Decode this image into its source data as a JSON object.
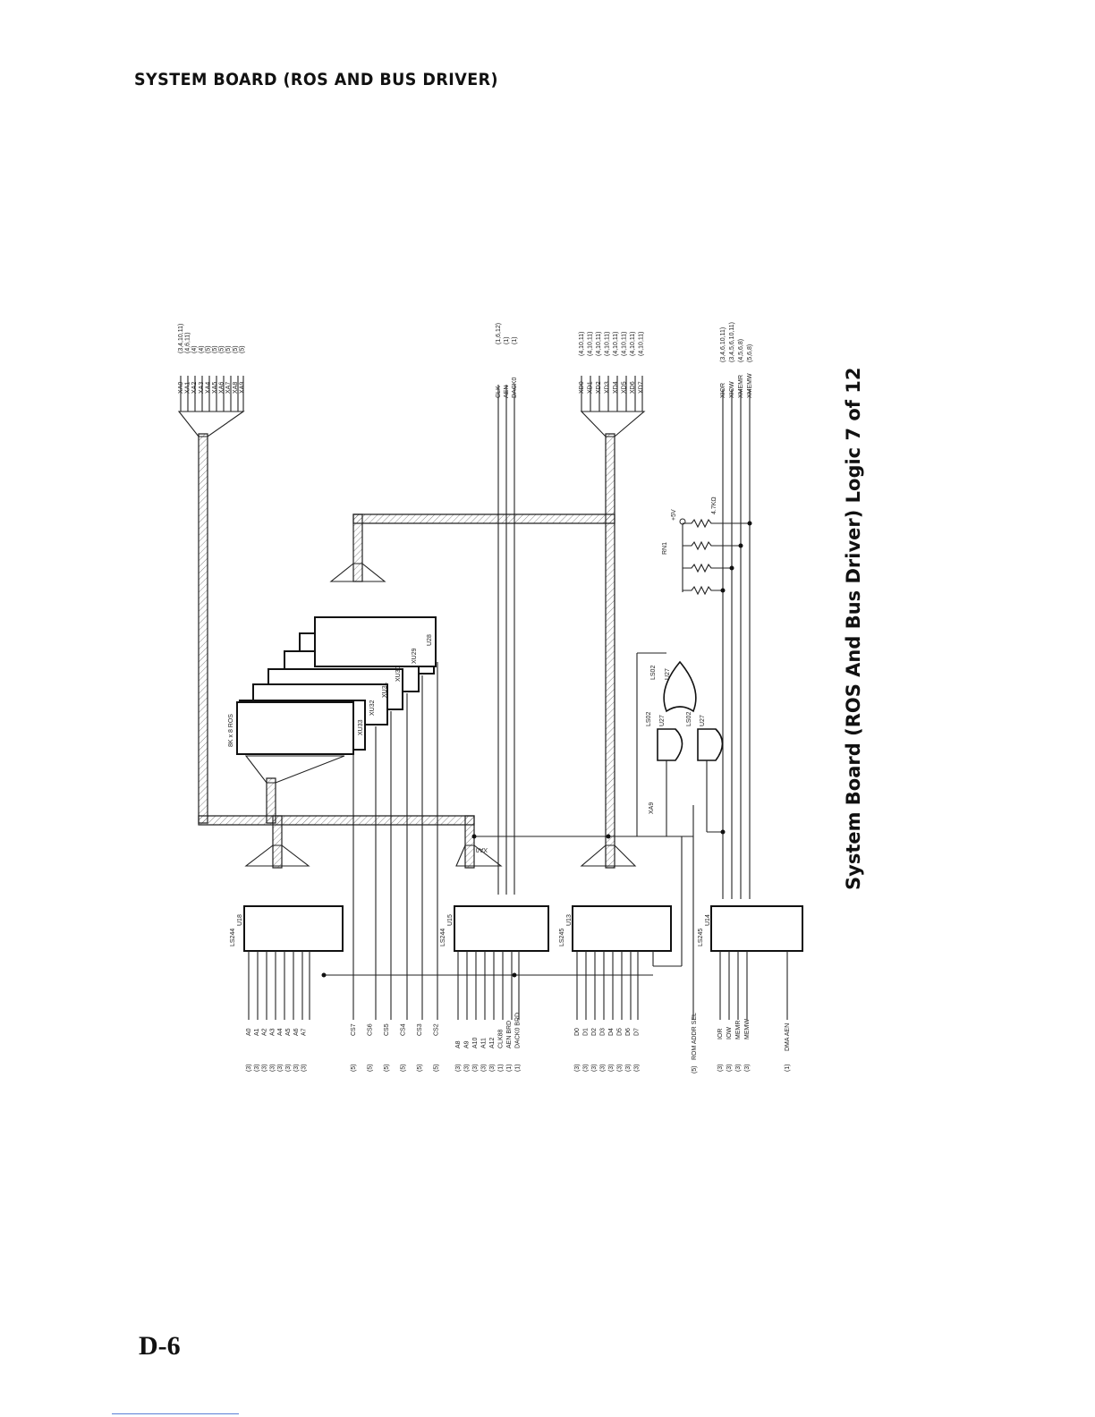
{
  "page": {
    "header": "SYSTEM BOARD (ROS AND BUS DRIVER)",
    "caption": "System Board (ROS And Bus Driver) Logic 7 of 12",
    "page_number": "D-6"
  },
  "bus_labels": {
    "xa_group": [
      "XA0",
      "XA1",
      "XA2",
      "XA3",
      "XA4",
      "XA5",
      "XA6",
      "XA7",
      "XA8",
      "XA9"
    ],
    "xa_refs": [
      "(3,4,10,11)",
      "(4,6,11)",
      "(4)",
      "(4)",
      "(5)",
      "(5)",
      "(5)",
      "(5)",
      "(5)",
      "(5)"
    ],
    "clk_group": [
      "CLK",
      "AEN",
      "DACK0"
    ],
    "clk_refs": [
      "(1,6,12)",
      "(1)",
      "(1)"
    ],
    "xd_group": [
      "XD0",
      "XD1",
      "XD2",
      "XD3",
      "XD4",
      "XD5",
      "XD6",
      "XD7"
    ],
    "xd_refs": [
      "(4,10,11)",
      "(4,10,11)",
      "(4,10,11)",
      "(4,10,11)",
      "(4,10,11)",
      "(4,10,11)",
      "(4,10,11)",
      "(4,10,11)"
    ],
    "ctl_group": [
      "XIOR",
      "XIOW",
      "XMEMR",
      "XMEMW"
    ],
    "ctl_refs": [
      "(3,4,6,10,11)",
      "(3,4,5,6,10,11)",
      "(4,5,6,8)",
      "(5,6,8)"
    ]
  },
  "input_labels": {
    "addr_low": [
      "A0",
      "A1",
      "A2",
      "A3",
      "A4",
      "A5",
      "A6",
      "A7"
    ],
    "addr_low_refs": [
      "(3)",
      "(3)",
      "(3)",
      "(3)",
      "(3)",
      "(3)",
      "(3)",
      "(3)"
    ],
    "chip_selects": [
      "CS7",
      "CS6",
      "CS5",
      "CS4",
      "CS3",
      "CS2"
    ],
    "cs_refs": [
      "(5)",
      "(5)",
      "(5)",
      "(5)",
      "(5)",
      "(5)"
    ],
    "addr_high": [
      "A8",
      "A9",
      "A10",
      "A11",
      "A12",
      "CLK88",
      "AEN BRD",
      "DACK0 BRD"
    ],
    "addr_high_refs": [
      "(3)",
      "(3)",
      "(3)",
      "(3)",
      "(3)",
      "(1)",
      "(1)",
      "(1)"
    ],
    "data": [
      "D0",
      "D1",
      "D2",
      "D3",
      "D4",
      "D5",
      "D6",
      "D7"
    ],
    "data_refs": [
      "(3)",
      "(3)",
      "(3)",
      "(3)",
      "(3)",
      "(3)",
      "(3)",
      "(3)"
    ],
    "rom_sel": "ROM ADDR SEL",
    "rom_sel_ref": "(5)",
    "ctl_in": [
      "IOR",
      "IOW",
      "MEMR",
      "MEMW"
    ],
    "ctl_in_refs": [
      "(3)",
      "(3)",
      "(3)",
      "(3)"
    ],
    "dma": "DMA AEN",
    "dma_ref": "(1)"
  },
  "components": {
    "u18": {
      "type": "LS244",
      "ref": "U18"
    },
    "u15": {
      "type": "LS244",
      "ref": "U15"
    },
    "u13": {
      "type": "LS245",
      "ref": "U13"
    },
    "u14": {
      "type": "LS245",
      "ref": "U14"
    },
    "rom": {
      "type": "8K x 8 ROS",
      "refs": [
        "XU33",
        "XU32",
        "XU31",
        "XU30",
        "XU29",
        "U28"
      ]
    },
    "gate_a": {
      "type": "LS02",
      "ref": "U27"
    },
    "gate_b": {
      "type": "LS02",
      "ref": "U27"
    },
    "gate_c": {
      "type": "LS02",
      "ref": "U27"
    },
    "rn1": {
      "label": "RN1",
      "value": "4.7KΩ",
      "supply": "+5V"
    },
    "xa0_tap": "XA0",
    "xa9_tap": "XA9"
  }
}
